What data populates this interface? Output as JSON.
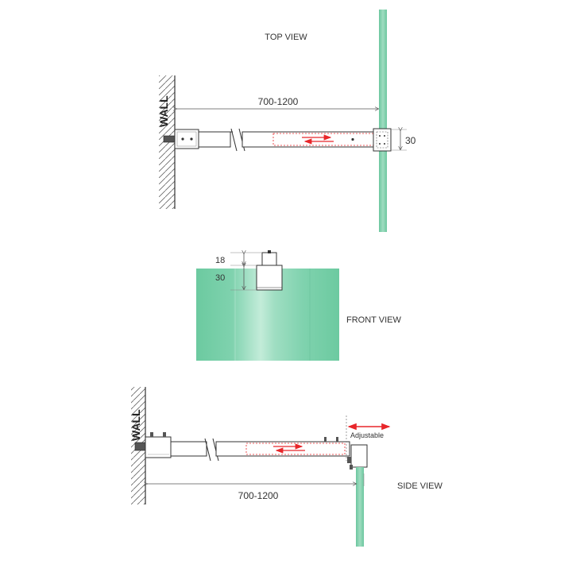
{
  "top_view": {
    "title": "TOP VIEW",
    "wall_label": "WALL",
    "length_label": "700-1200",
    "height_label": "30"
  },
  "front_view": {
    "title": "FRONT VIEW",
    "dim_top": "18",
    "dim_bottom": "30"
  },
  "side_view": {
    "title": "SIDE VIEW",
    "wall_label": "WALL",
    "length_label": "700-1200",
    "adjustable_label": "Adjustable"
  },
  "colors": {
    "glass": "#7fd0ae",
    "glass_light": "#bfe8d6",
    "arrow": "#e8262a",
    "line": "#333333"
  }
}
